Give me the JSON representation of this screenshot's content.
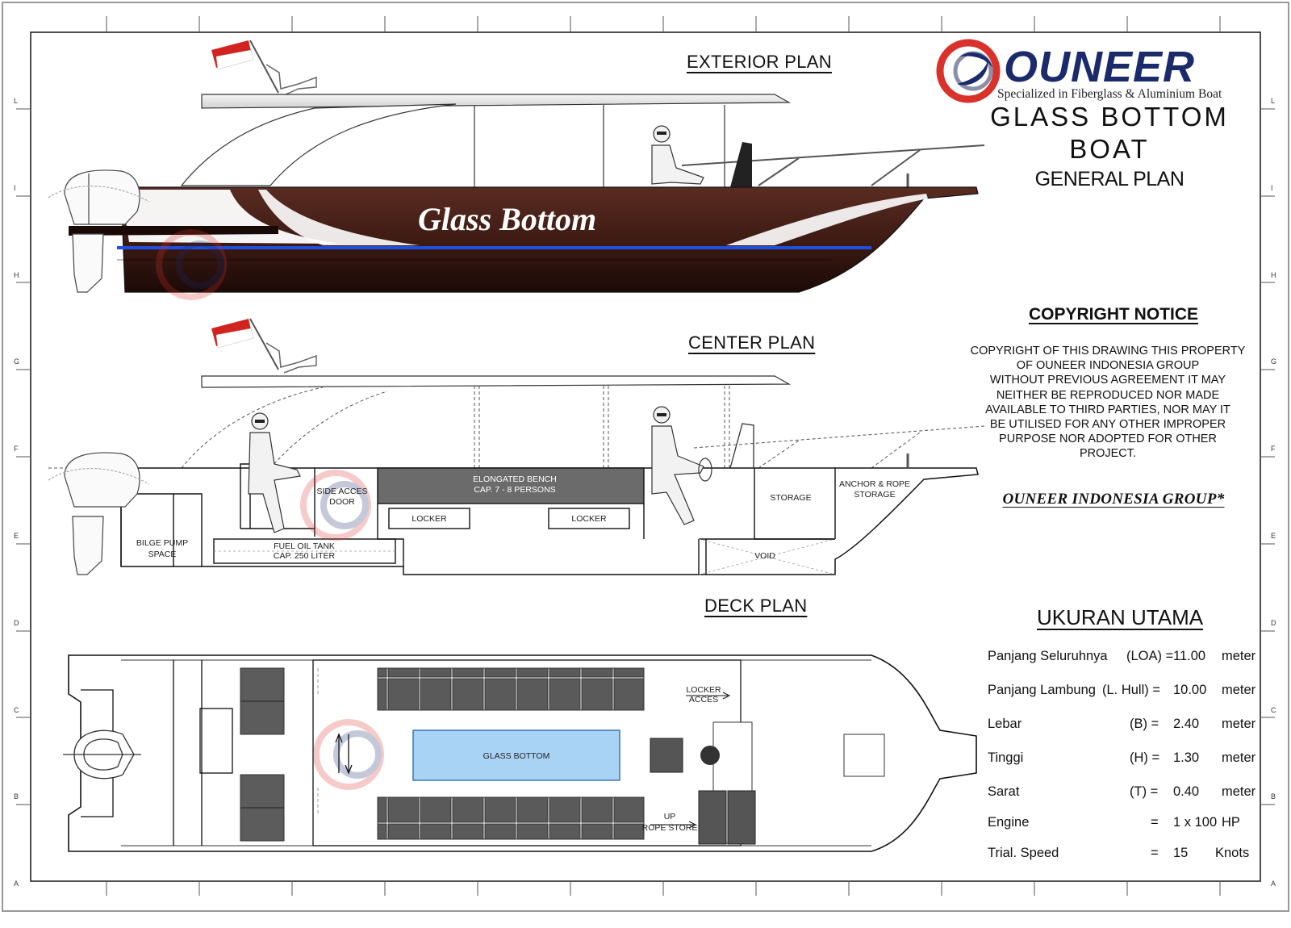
{
  "logo": {
    "wordmark": "OUNEER",
    "tagline": "Specialized in Fiberglass & Aluminium Boat"
  },
  "title": {
    "line1": "GLASS BOTTOM",
    "line2": "BOAT",
    "line3": "GENERAL PLAN"
  },
  "plans": {
    "exterior": "EXTERIOR PLAN",
    "center": "CENTER PLAN",
    "deck": "DECK PLAN"
  },
  "hull_text": "Glass Bottom",
  "center_labels": {
    "bilge": [
      "BILGE PUMP",
      "SPACE"
    ],
    "side_door": [
      "SIDE ACCES",
      "DOOR"
    ],
    "fuel": [
      "FUEL OIL TANK",
      "CAP. 250 LITER"
    ],
    "bench": [
      "ELONGATED BENCH",
      "CAP. 7 - 8 PERSONS"
    ],
    "locker1": "LOCKER",
    "locker2": "LOCKER",
    "storage": "STORAGE",
    "anchor": [
      "ANCHOR & ROPE",
      "STORAGE"
    ],
    "void": "VOID"
  },
  "deck_labels": {
    "glass": "GLASS BOTTOM",
    "locker_acces": [
      "LOCKER",
      "ACCES"
    ],
    "rope_store": [
      "UP",
      "ROPE STORE"
    ]
  },
  "copyright": {
    "heading": "COPYRIGHT NOTICE",
    "lines": [
      "COPYRIGHT OF THIS DRAWING THIS PROPERTY",
      "OF OUNEER INDONESIA GROUP",
      "WITHOUT PREVIOUS AGREEMENT IT MAY",
      "NEITHER BE REPRODUCED NOR MADE",
      "AVAILABLE TO THIRD PARTIES, NOR MAY IT",
      "BE UTILISED FOR ANY OTHER IMPROPER",
      "PURPOSE NOR ADOPTED FOR OTHER",
      "PROJECT."
    ],
    "group": "OUNEER INDONESIA GROUP*"
  },
  "specs": {
    "heading": "UKURAN UTAMA",
    "rows": [
      {
        "name": "Panjang Seluruhnya",
        "code": "(LOA) =",
        "value": "11.00",
        "unit": "meter"
      },
      {
        "name": "Panjang Lambung",
        "code": "(L. Hull) =",
        "value": "10.00",
        "unit": "meter"
      },
      {
        "name": "Lebar",
        "code": "(B) =",
        "value": "2.40",
        "unit": "meter"
      },
      {
        "name": "Tinggi",
        "code": "(H) =",
        "value": "1.30",
        "unit": "meter"
      },
      {
        "name": "Sarat",
        "code": "(T) =",
        "value": "0.40",
        "unit": "meter"
      },
      {
        "name": "Engine",
        "code": "=",
        "value": "1 x 100",
        "unit": "HP"
      },
      {
        "name": "Trial. Speed",
        "code": "=",
        "value": "15",
        "unit": "Knots"
      }
    ]
  },
  "border_letters": [
    "L",
    "I",
    "H",
    "G",
    "F",
    "E",
    "D",
    "C",
    "B",
    "A"
  ],
  "colors": {
    "hull_dark": "#3a1a14",
    "hull_mid": "#6b3a2e",
    "accent_blue": "#1f4fe0",
    "logo_navy": "#1b2a6b",
    "logo_red": "#d8322a",
    "glass": "#a9d3f5"
  }
}
